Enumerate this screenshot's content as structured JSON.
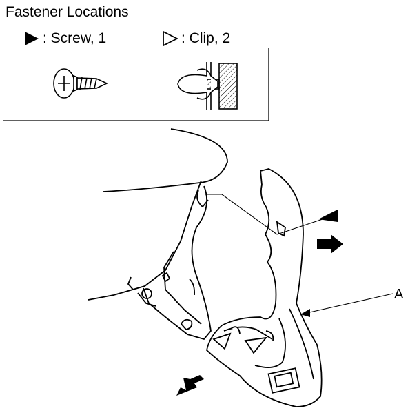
{
  "header": {
    "title": "Fastener Locations"
  },
  "legend": {
    "screw": {
      "symbol": "filled-triangle-icon",
      "label": ": Screw, 1"
    },
    "clip": {
      "symbol": "outline-triangle-icon",
      "label": ": Clip, 2"
    }
  },
  "callouts": {
    "part_a": "A"
  },
  "colors": {
    "line": "#000000",
    "background": "#ffffff"
  }
}
